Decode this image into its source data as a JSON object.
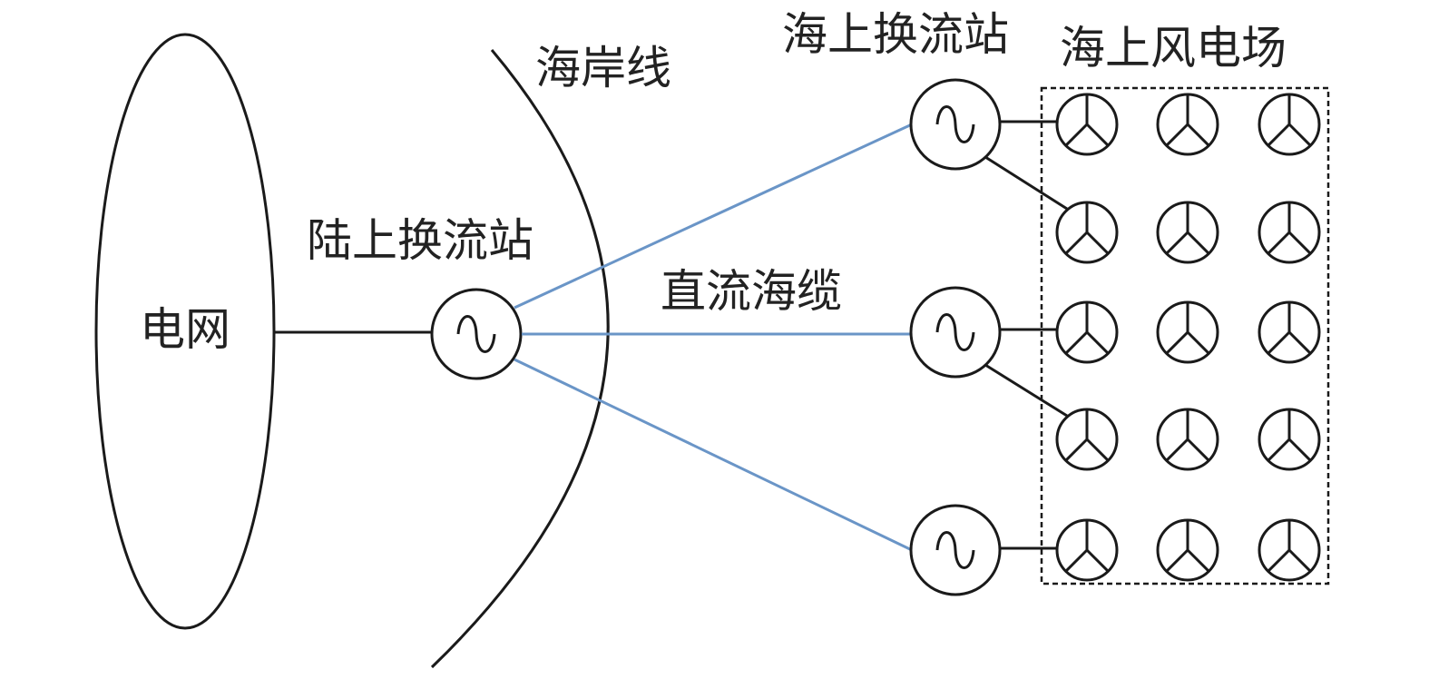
{
  "labels": {
    "grid": "电网",
    "coastline": "海岸线",
    "onshore_station": "陆上换流站",
    "dc_cable": "直流海缆",
    "offshore_station": "海上换流站",
    "wind_farm": "海上风电场"
  },
  "colors": {
    "line": "#1a1a1a",
    "cable": "#6a95c7",
    "background": "#ffffff"
  },
  "icons": {
    "converter": "ac-source-icon",
    "turbine": "wind-turbine-icon"
  },
  "wind_farm": {
    "rows": 5,
    "columns": 3
  },
  "offshore_station_count": 3
}
